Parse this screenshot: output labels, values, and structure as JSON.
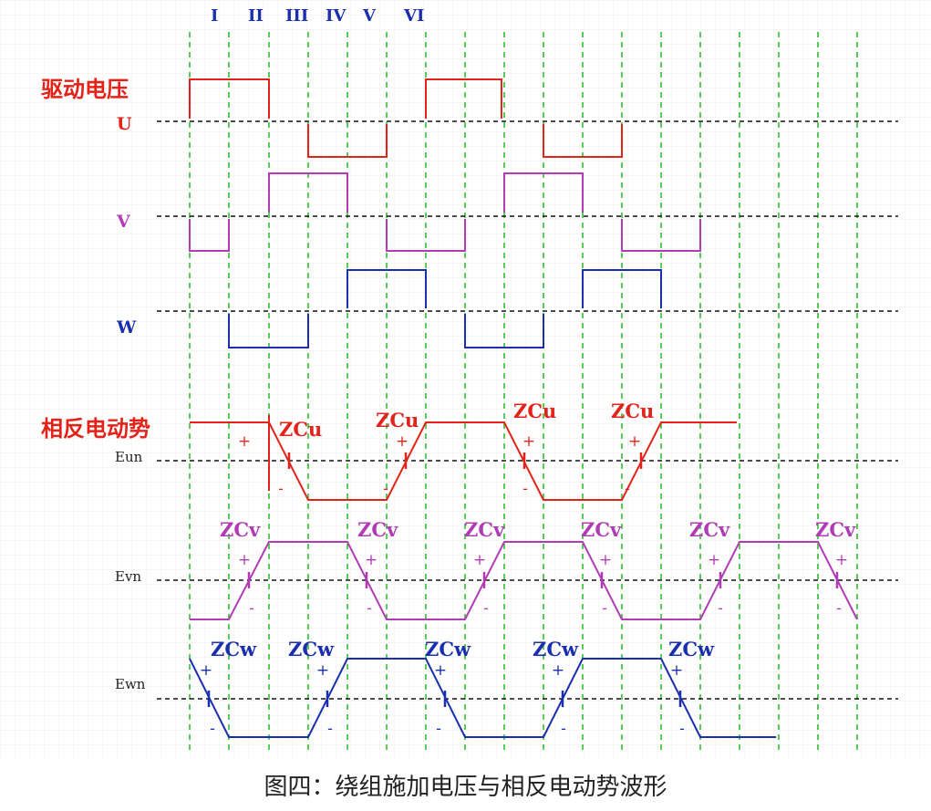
{
  "phases": [
    "I",
    "II",
    "III",
    "IV",
    "V",
    "VI"
  ],
  "sections": {
    "drive_voltage": "驱动电压",
    "back_emf": "相反电动势"
  },
  "phase_labels": {
    "u": "U",
    "v": "V",
    "w": "W"
  },
  "emf_labels": {
    "u": "Eun",
    "v": "Evn",
    "w": "Ewn"
  },
  "zc_labels": {
    "u": "ZCu",
    "v": "ZCv",
    "w": "ZCw"
  },
  "signs": {
    "plus": "+",
    "minus": "-"
  },
  "caption": "图四：绕组施加电压与相反电动势波形",
  "colors": {
    "u": "#e32219",
    "v": "#b03bb5",
    "w": "#1a2fae",
    "grid_green": "#2fbf2f",
    "baseline": "#111111",
    "phase_roman": "#1a2fae"
  }
}
